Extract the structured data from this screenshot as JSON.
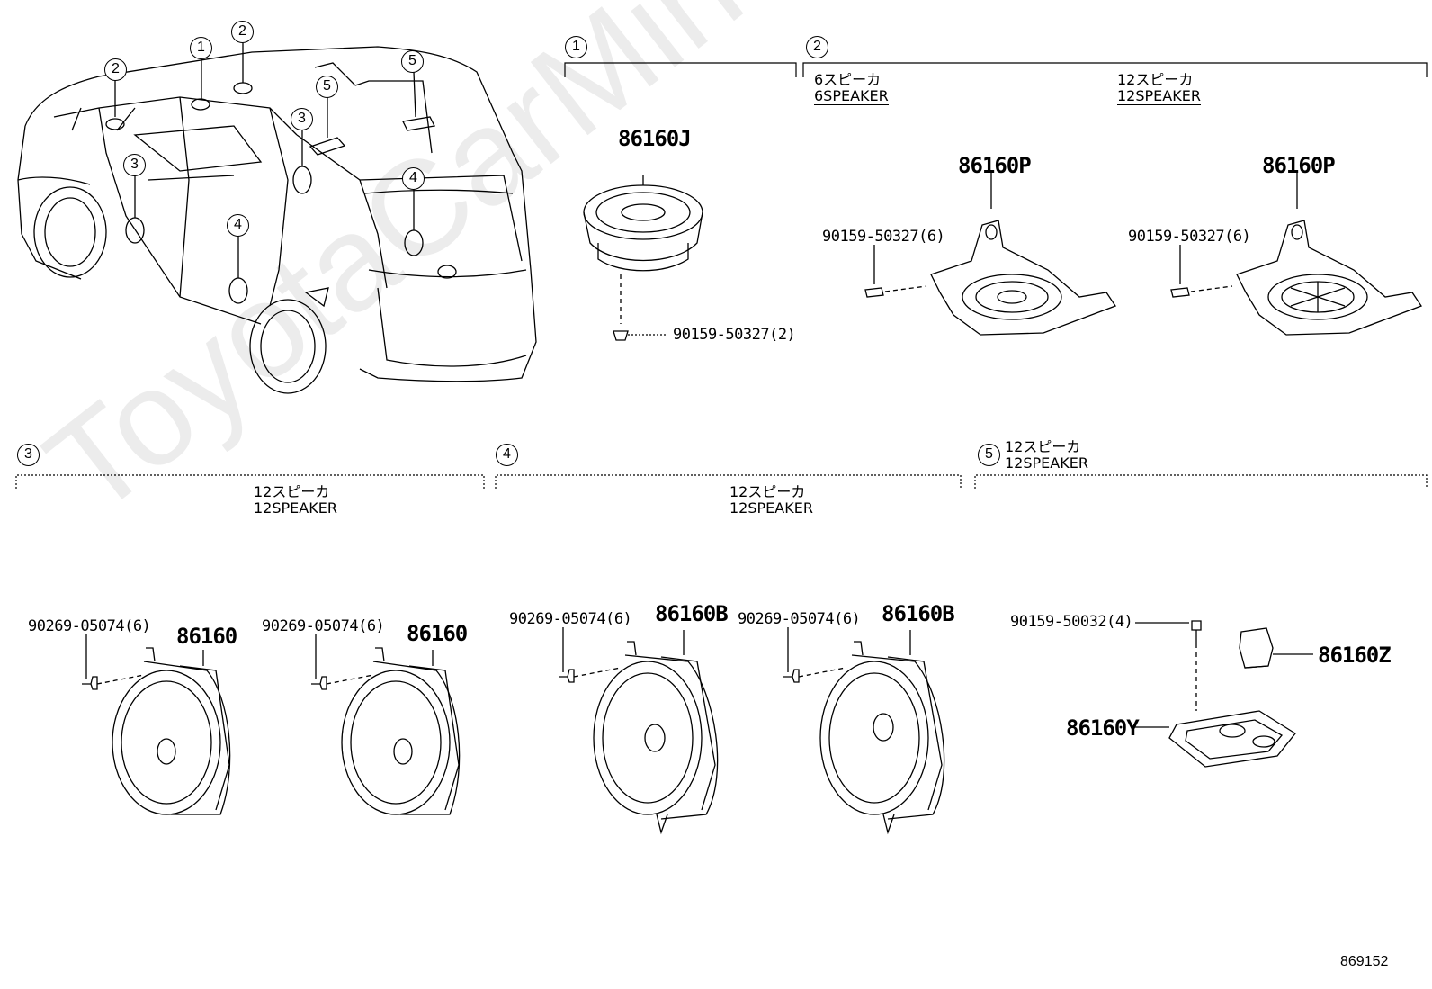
{
  "watermark": "ToyotaCarMine.ru",
  "illustration_number": "869152",
  "callouts": {
    "c1": "1",
    "c2": "2",
    "c3": "3",
    "c4": "4",
    "c5": "5"
  },
  "sections": {
    "s1": {
      "num": "1"
    },
    "s2": {
      "num": "2",
      "cfg_a_jp": "6スピーカ",
      "cfg_a_en": "6SPEAKER",
      "cfg_b_jp": "12スピーカ",
      "cfg_b_en": "12SPEAKER"
    },
    "s3": {
      "num": "3",
      "cfg_jp": "12スピーカ",
      "cfg_en": "12SPEAKER"
    },
    "s4": {
      "num": "4",
      "cfg_jp": "12スピーカ",
      "cfg_en": "12SPEAKER"
    },
    "s5": {
      "num": "5",
      "cfg_jp": "12スピーカ",
      "cfg_en": "12SPEAKER"
    }
  },
  "parts": {
    "p86160J": "86160J",
    "p86160P_a": "86160P",
    "p86160P_b": "86160P",
    "p86160_a": "86160",
    "p86160_b": "86160",
    "p86160B_a": "86160B",
    "p86160B_b": "86160B",
    "p86160Z": "86160Z",
    "p86160Y": "86160Y"
  },
  "fasteners": {
    "f1": "90159-50327(2)",
    "f2a": "90159-50327(6)",
    "f2b": "90159-50327(6)",
    "f3a": "90269-05074(6)",
    "f3b": "90269-05074(6)",
    "f4a": "90269-05074(6)",
    "f4b": "90269-05074(6)",
    "f5": "90159-50032(4)"
  }
}
